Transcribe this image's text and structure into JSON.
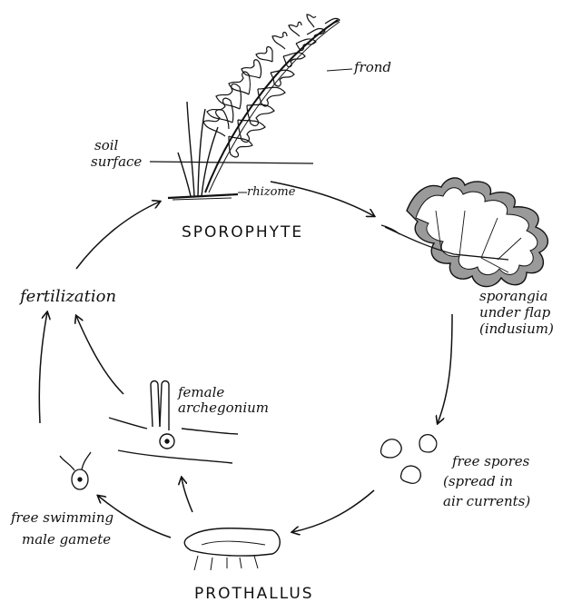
{
  "stages": {
    "sporophyte": "SPOROPHYTE",
    "prothallus": "PROTHALLUS"
  },
  "labels": {
    "frond": "frond",
    "soil_line1": "soil",
    "soil_line2": "surface",
    "rhizome": "rhizome",
    "sporangia_line1": "sporangia",
    "sporangia_line2": "under flap",
    "sporangia_line3": "(indusium)",
    "spores_line1": "free spores",
    "spores_line2": "(spread in",
    "spores_line3": "air currents)",
    "gamete_line1": "free swimming",
    "gamete_line2": "male gamete",
    "female_line1": "female",
    "female_line2": "archegonium",
    "fertilization": "fertilization"
  }
}
